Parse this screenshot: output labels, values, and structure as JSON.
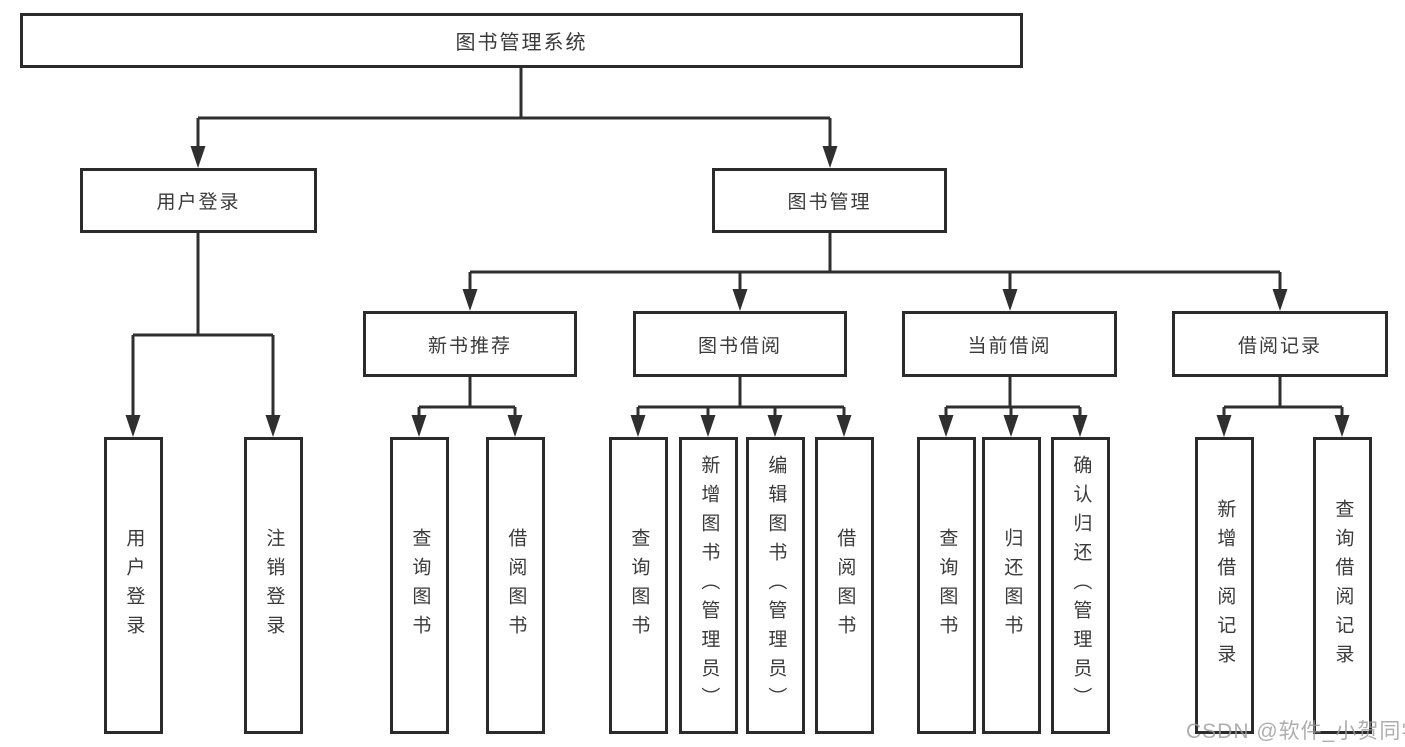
{
  "colors": {
    "line": "#2f2f2f",
    "box_border": "#2b2b2b",
    "text": "#3a3a3a",
    "watermark": "#9b9b9b",
    "background": "#ffffff"
  },
  "watermark": {
    "text": "CSDN @软件_小贺同学"
  },
  "tree": {
    "root": {
      "label": "图书管理系统"
    },
    "branches": [
      {
        "label": "用户登录",
        "children": [
          {
            "label": "用户登录"
          },
          {
            "label": "注销登录"
          }
        ]
      },
      {
        "label": "图书管理",
        "children": [
          {
            "label": "新书推荐",
            "children": [
              {
                "label": "查询图书"
              },
              {
                "label": "借阅图书"
              }
            ]
          },
          {
            "label": "图书借阅",
            "children": [
              {
                "label": "查询图书"
              },
              {
                "label": "新增图书（管理员）"
              },
              {
                "label": "编辑图书（管理员）"
              },
              {
                "label": "借阅图书"
              }
            ]
          },
          {
            "label": "当前借阅",
            "children": [
              {
                "label": "查询图书"
              },
              {
                "label": "归还图书"
              },
              {
                "label": "确认归还（管理员）"
              }
            ]
          },
          {
            "label": "借阅记录",
            "children": [
              {
                "label": "新增借阅记录"
              },
              {
                "label": "查询借阅记录"
              }
            ]
          }
        ]
      }
    ]
  }
}
